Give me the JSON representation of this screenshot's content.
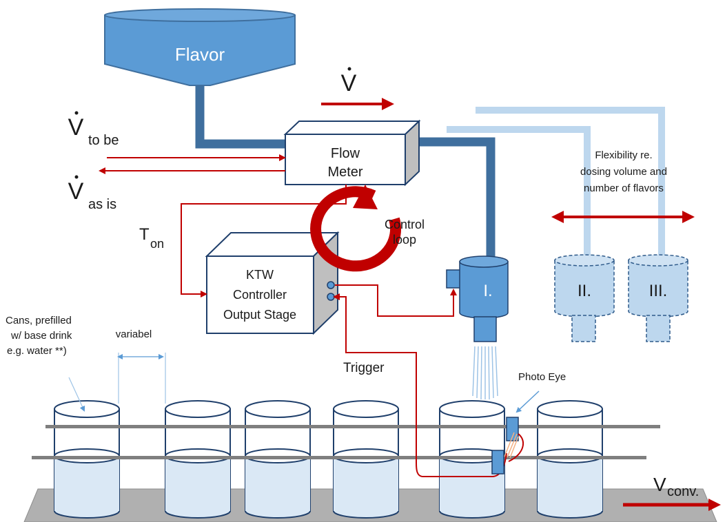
{
  "flavor_label": "Flavor",
  "v_dot": "V",
  "v_to_be": {
    "main": "V",
    "sub": "to be"
  },
  "v_as_is": {
    "main": "V",
    "sub": "as is"
  },
  "flow_meter": {
    "line1": "Flow",
    "line2": "Meter"
  },
  "t_on": {
    "main": "T",
    "sub": "on"
  },
  "controller": {
    "line1": "KTW",
    "line2": "Controller",
    "line3": "Output Stage"
  },
  "control_loop": {
    "line1": "Control",
    "line2": "loop"
  },
  "flexibility": {
    "line1": "Flexibility re.",
    "line2": "dosing volume and",
    "line3": "number of flavors"
  },
  "valves": [
    "I.",
    "II.",
    "III."
  ],
  "cans_note": {
    "line1": "Cans, prefilled",
    "line2": "w/ base drink",
    "line3": "e.g. water **)"
  },
  "variabel_label": "variabel",
  "trigger_label": "Trigger",
  "photo_eye_label": "Photo Eye",
  "v_conv": {
    "main": "V",
    "sub": "conv."
  },
  "colors": {
    "flavor_blue": "#5b9bd5",
    "pipe_blue": "#3f6f9e",
    "light_blue": "#bdd7ee",
    "signal_red": "#c00000",
    "conveyor_gray": "#a6a6a6",
    "liquid": "#dae8f5"
  }
}
